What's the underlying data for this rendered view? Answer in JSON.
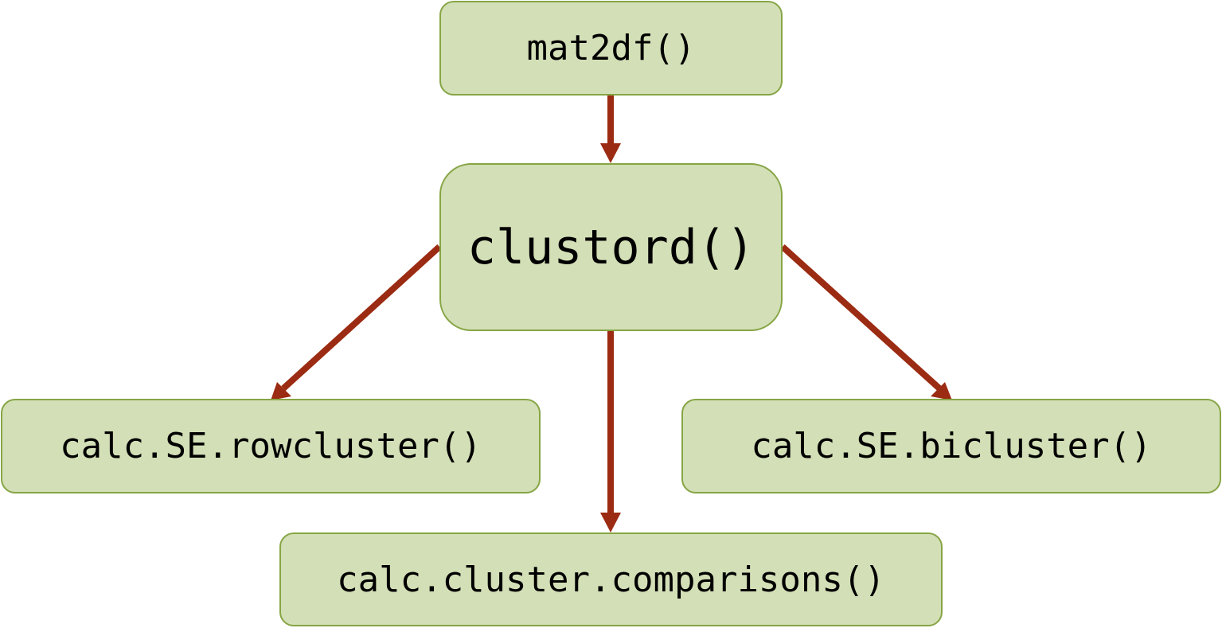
{
  "nodes": {
    "mat2df": "mat2df()",
    "clustord": "clustord()",
    "rowcluster": "calc.SE.rowcluster()",
    "bicluster": "calc.SE.bicluster()",
    "comparisons": "calc.cluster.comparisons()"
  },
  "edges": [
    {
      "from": "mat2df",
      "to": "clustord"
    },
    {
      "from": "clustord",
      "to": "rowcluster"
    },
    {
      "from": "clustord",
      "to": "comparisons"
    },
    {
      "from": "clustord",
      "to": "bicluster"
    }
  ],
  "colors": {
    "node_fill": "#d3dfb6",
    "node_border": "#86a545",
    "arrow": "#9b2b12",
    "text": "#000000"
  }
}
